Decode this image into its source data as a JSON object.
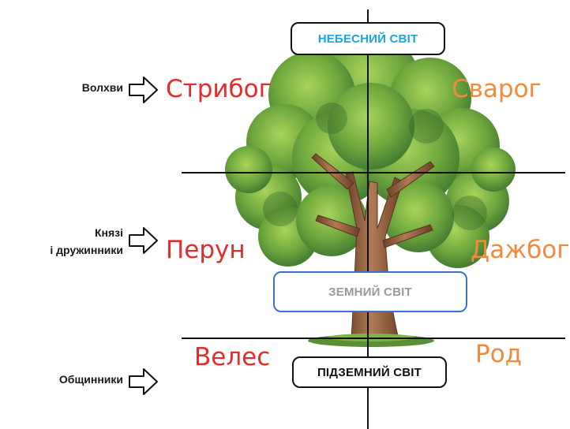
{
  "worlds": {
    "heavenly": {
      "label": "НЕБЕСНИЙ СВІТ",
      "color": "#1ba3e0",
      "border": "#111111"
    },
    "earthly": {
      "label": "ЗЕМНИЙ СВІТ",
      "color": "#9a9a9a",
      "border": "#3d6fd1"
    },
    "underworld": {
      "label": "ПІДЗЕМНИЙ СВІТ",
      "color": "#111111",
      "border": "#111111"
    }
  },
  "castes": {
    "top": "Волхви",
    "middle_line1": "Князі",
    "middle_line2": "і дружинники",
    "bottom": "Общинники"
  },
  "deities": {
    "stribog": "Стрибог",
    "svarog": "Сварог",
    "perun": "Перун",
    "dazhbog": "Дажбог",
    "veles": "Велес",
    "rod": "Род"
  },
  "colors": {
    "red": "#e52b2b",
    "orange": "#f28a3c",
    "foliage_dark": "#3f7a2e",
    "foliage_light": "#8cc04a",
    "trunk": "#8a5a3b"
  }
}
